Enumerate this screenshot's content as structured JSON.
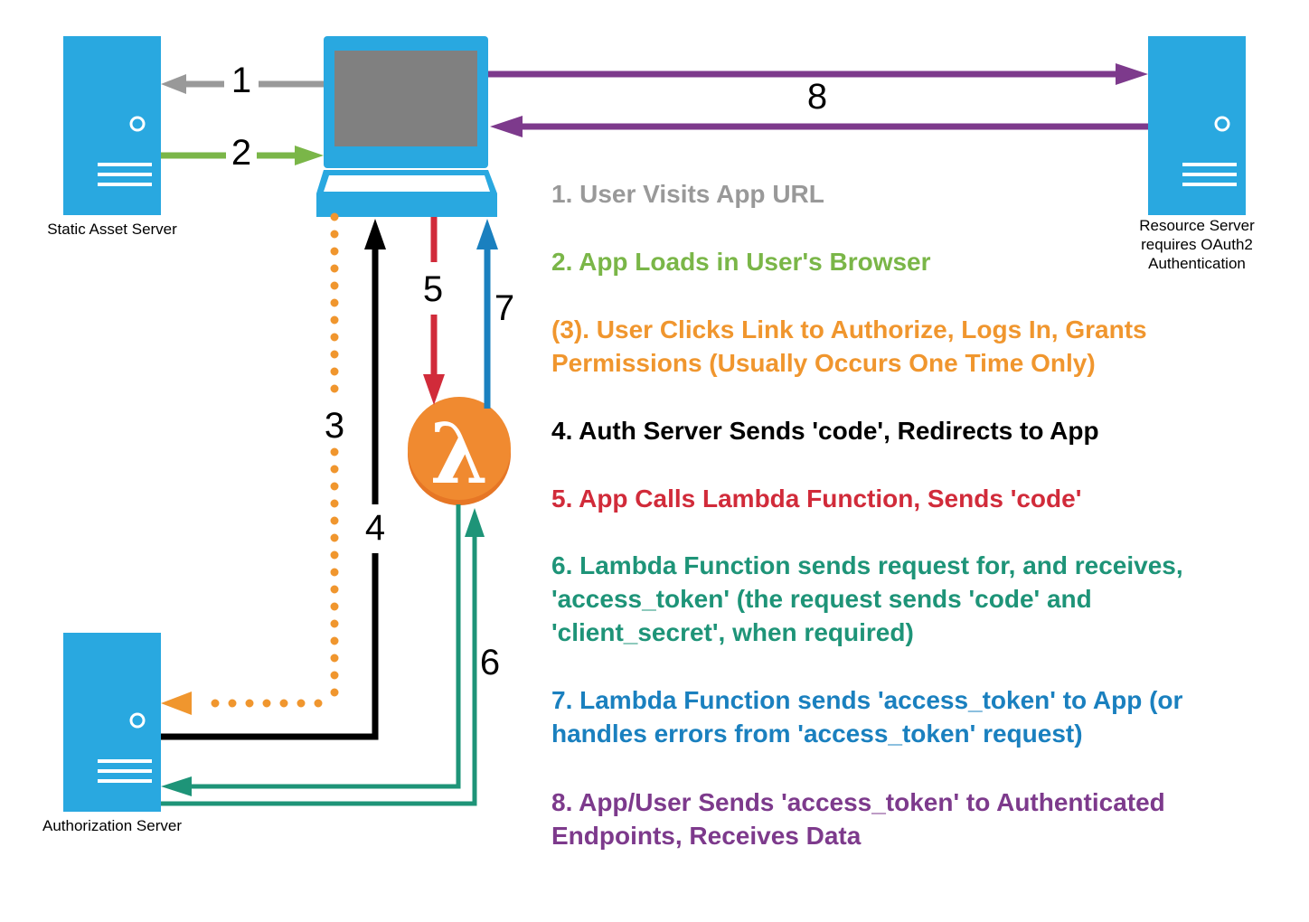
{
  "nodes": {
    "static_asset_server": "Static Asset Server",
    "resource_server": [
      "Resource Server",
      "requires OAuth2",
      "Authentication"
    ],
    "authorization_server": "Authorization Server",
    "lambda_symbol": "λ"
  },
  "arrow_numbers": {
    "n1": "1",
    "n2": "2",
    "n3": "3",
    "n4": "4",
    "n5": "5",
    "n6": "6",
    "n7": "7",
    "n8": "8"
  },
  "colors": {
    "server_blue": "#29a8e0",
    "screen_gray": "#808080",
    "step1_gray": "#999999",
    "step2_green": "#7ab648",
    "step3_orange": "#f0962e",
    "step4_black": "#000000",
    "step5_red": "#d12b3a",
    "step6_teal": "#1e9478",
    "step7_blue": "#1a80bf",
    "step8_purple": "#7d3a8c",
    "lambda_orange": "#f08a30"
  },
  "steps": [
    {
      "text": "1. User Visits App URL"
    },
    {
      "text": "2. App Loads in User's Browser"
    },
    {
      "text": "(3). User Clicks Link to Authorize, Logs In, Grants Permissions (Usually Occurs One Time Only)"
    },
    {
      "text": "4. Auth Server Sends 'code', Redirects to App"
    },
    {
      "text": "5. App Calls Lambda Function, Sends 'code'"
    },
    {
      "text": "6. Lambda Function sends request for, and receives, 'access_token' (the request sends 'code' and 'client_secret', when required)"
    },
    {
      "text": "7. Lambda Function sends 'access_token' to App (or handles errors from 'access_token' request)"
    },
    {
      "text": "8. App/User Sends 'access_token' to Authenticated Endpoints, Receives Data"
    }
  ]
}
